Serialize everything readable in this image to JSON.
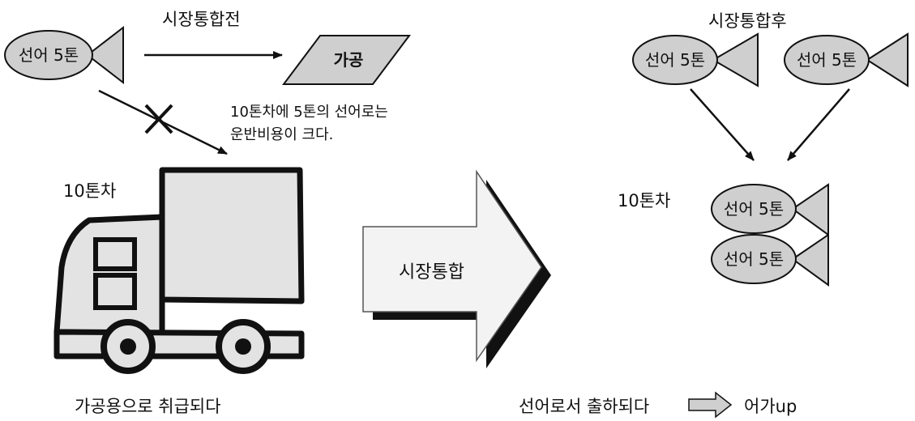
{
  "before": {
    "title": "시장통합전",
    "fish_label": "선어 5톤",
    "processing_label": "가공",
    "cost_note_line1": "10톤차에 5톤의 선어로는",
    "cost_note_line2": "운반비용이 크다.",
    "truck_label": "10톤차",
    "result": "가공용으로 취급되다"
  },
  "transition": {
    "label": "시장통합"
  },
  "after": {
    "title": "시장통합후",
    "fish_top_left": "선어 5톤",
    "fish_top_right": "선어 5톤",
    "truck_label": "10톤차",
    "fish_load_upper": "선어 5톤",
    "fish_load_lower": "선어 5톤",
    "result": "선어로서 출하되다",
    "price_result": "어가up"
  },
  "colors": {
    "fill_gray": "#cfcfcf",
    "truck_fill": "#e3e3e3",
    "arrow_fill": "#f3f3f3",
    "stroke": "#111111"
  }
}
